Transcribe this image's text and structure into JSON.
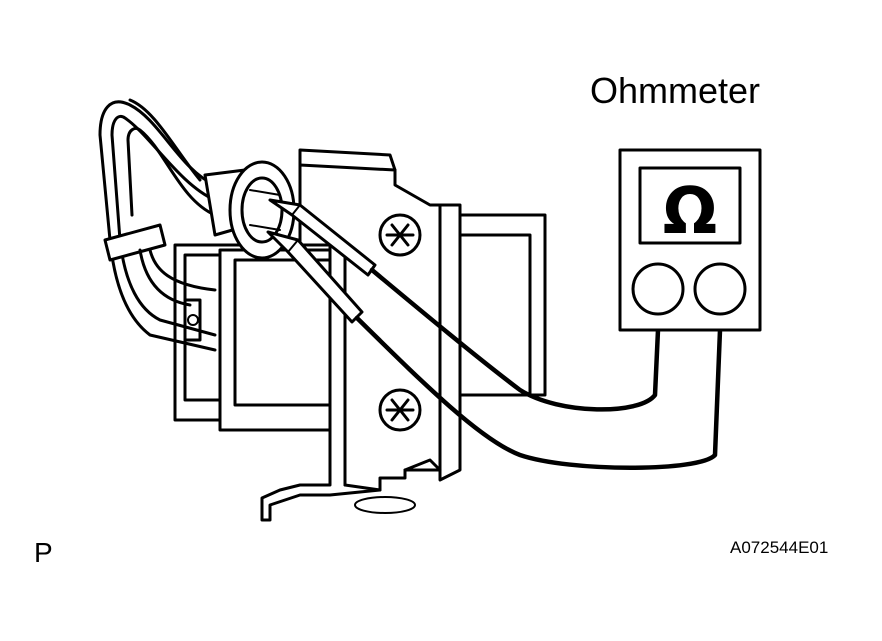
{
  "labels": {
    "meter_title": "Ohmmeter",
    "meter_symbol": "Ω",
    "view_letter": "P",
    "figure_code": "A072544E01"
  },
  "icons": [
    "ohm-symbol-icon",
    "screw-icon"
  ],
  "colors": {
    "line": "#000000",
    "background": "#ffffff"
  }
}
